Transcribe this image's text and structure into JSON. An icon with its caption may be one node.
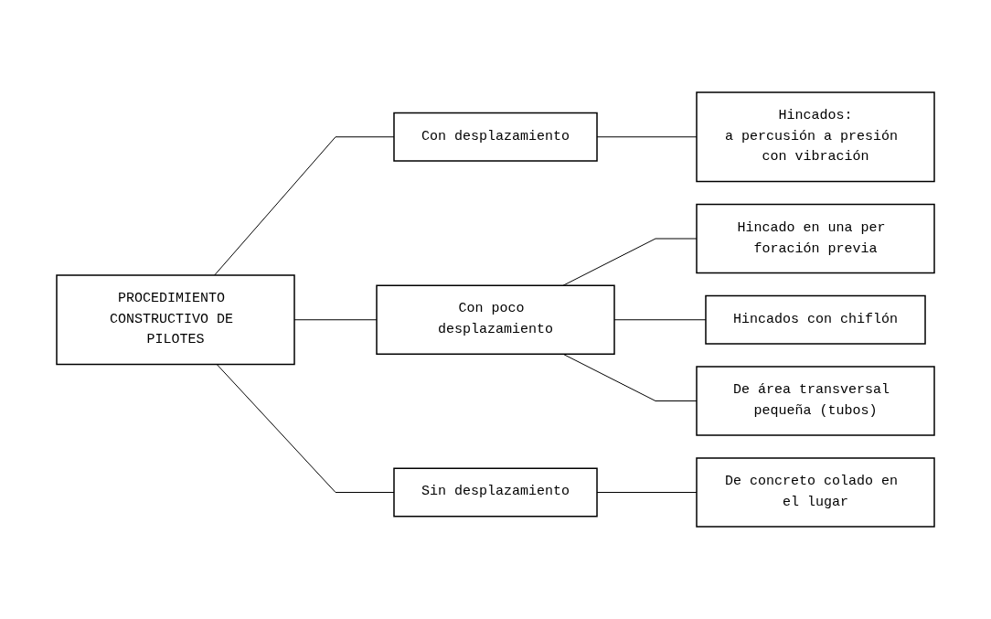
{
  "diagram": {
    "nodes": [
      {
        "text": [
          "PROCEDIMIENTO CONSTRUCTIVO DE PILOTES"
        ]
      },
      {
        "text": [
          "Con desplazamiento"
        ]
      },
      {
        "text": [
          "Hincados:",
          "a percusión a presión con vibración"
        ]
      },
      {
        "text": [
          "Con poco desplazamiento"
        ]
      },
      {
        "text": [
          "Hincado en una per foración previa"
        ]
      },
      {
        "text": [
          "Hincados con chiflón"
        ]
      },
      {
        "text": [
          "De área transversal pequeña (tubos)"
        ]
      },
      {
        "text": [
          "Sin desplazamiento"
        ]
      },
      {
        "text": [
          "De concreto colado en el lugar"
        ]
      }
    ],
    "edges": [
      {
        "from": 0,
        "to": 1,
        "arrow": "none"
      },
      {
        "from": 0,
        "to": 3,
        "arrow": "none"
      },
      {
        "from": 0,
        "to": 7,
        "arrow": "none"
      },
      {
        "from": 1,
        "to": 2,
        "arrow": "none"
      },
      {
        "from": 3,
        "to": 4,
        "arrow": "none"
      },
      {
        "from": 3,
        "to": 5,
        "arrow": "none"
      },
      {
        "from": 3,
        "to": 6,
        "arrow": "none"
      },
      {
        "from": 7,
        "to": 8,
        "arrow": "none"
      }
    ]
  }
}
